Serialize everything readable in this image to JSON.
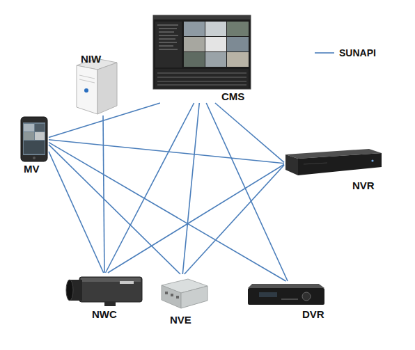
{
  "diagram": {
    "nodes": [
      {
        "text": [
          "NIW"
        ]
      },
      {
        "text": [
          "CMS"
        ]
      },
      {
        "text": [
          "MV"
        ]
      },
      {
        "text": [
          "NVR"
        ]
      },
      {
        "text": [
          "NWC"
        ]
      },
      {
        "text": [
          "NVE"
        ]
      },
      {
        "text": [
          "DVR"
        ]
      }
    ],
    "edges": [
      {
        "from": 2,
        "to": 1,
        "arrow": "none"
      },
      {
        "from": 2,
        "to": 3,
        "arrow": "none"
      },
      {
        "from": 2,
        "to": 4,
        "arrow": "none"
      },
      {
        "from": 2,
        "to": 5,
        "arrow": "none"
      },
      {
        "from": 2,
        "to": 6,
        "arrow": "none"
      },
      {
        "from": 1,
        "to": 3,
        "arrow": "none"
      },
      {
        "from": 1,
        "to": 4,
        "arrow": "none"
      },
      {
        "from": 1,
        "to": 5,
        "arrow": "none"
      },
      {
        "from": 1,
        "to": 6,
        "arrow": "none"
      },
      {
        "from": 3,
        "to": 4,
        "arrow": "none"
      },
      {
        "from": 3,
        "to": 5,
        "arrow": "none"
      },
      {
        "from": 0,
        "to": 4,
        "arrow": "none"
      }
    ],
    "legend": [
      {
        "text": "SUNAPI"
      }
    ]
  }
}
